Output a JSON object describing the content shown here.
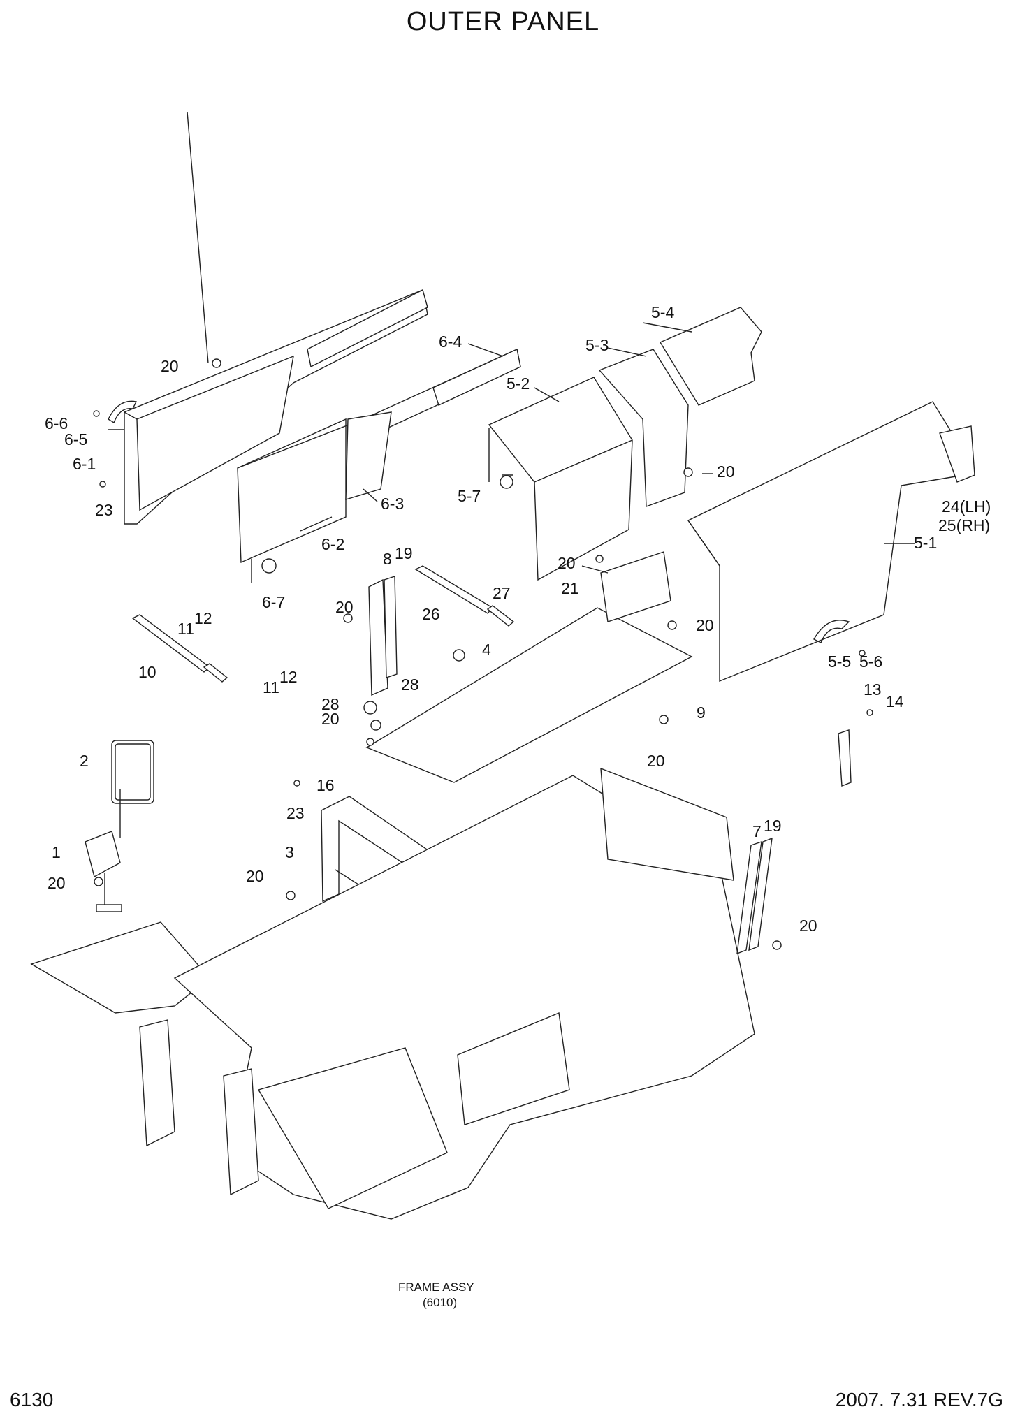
{
  "title": "OUTER PANEL",
  "footer": {
    "page_number": "6130",
    "revision": "2007. 7.31  REV.7G"
  },
  "frame_label": {
    "line1": "FRAME ASSY",
    "line2": "(6010)"
  },
  "callouts": {
    "c_5_4": "5-4",
    "c_6_4": "6-4",
    "c_5_3": "5-3",
    "c_20_a": "20",
    "c_5_2": "5-2",
    "c_6_6": "6-6",
    "c_6_5": "6-5",
    "c_6_1": "6-1",
    "c_20_b": "20",
    "c_24": "24(LH)",
    "c_25": "25(RH)",
    "c_5_7": "5-7",
    "c_6_3": "6-3",
    "c_23_a": "23",
    "c_5_1": "5-1",
    "c_6_2": "6-2",
    "c_20_c": "20",
    "c_8": "8",
    "c_19_a": "19",
    "c_21": "21",
    "c_6_7": "6-7",
    "c_27": "27",
    "c_20_d": "20",
    "c_26": "26",
    "c_12_a": "12",
    "c_20_e": "20",
    "c_11_a": "11",
    "c_4": "4",
    "c_5_5": "5-5",
    "c_5_6": "5-6",
    "c_10": "10",
    "c_12_b": "12",
    "c_11_b": "11",
    "c_28_a": "28",
    "c_13": "13",
    "c_14": "14",
    "c_28_b": "28",
    "c_20_f": "20",
    "c_9": "9",
    "c_2": "2",
    "c_20_g": "20",
    "c_16": "16",
    "c_23_b": "23",
    "c_7": "7",
    "c_19_b": "19",
    "c_3": "3",
    "c_1": "1",
    "c_20_h": "20",
    "c_20_i": "20",
    "c_20_j": "20"
  }
}
